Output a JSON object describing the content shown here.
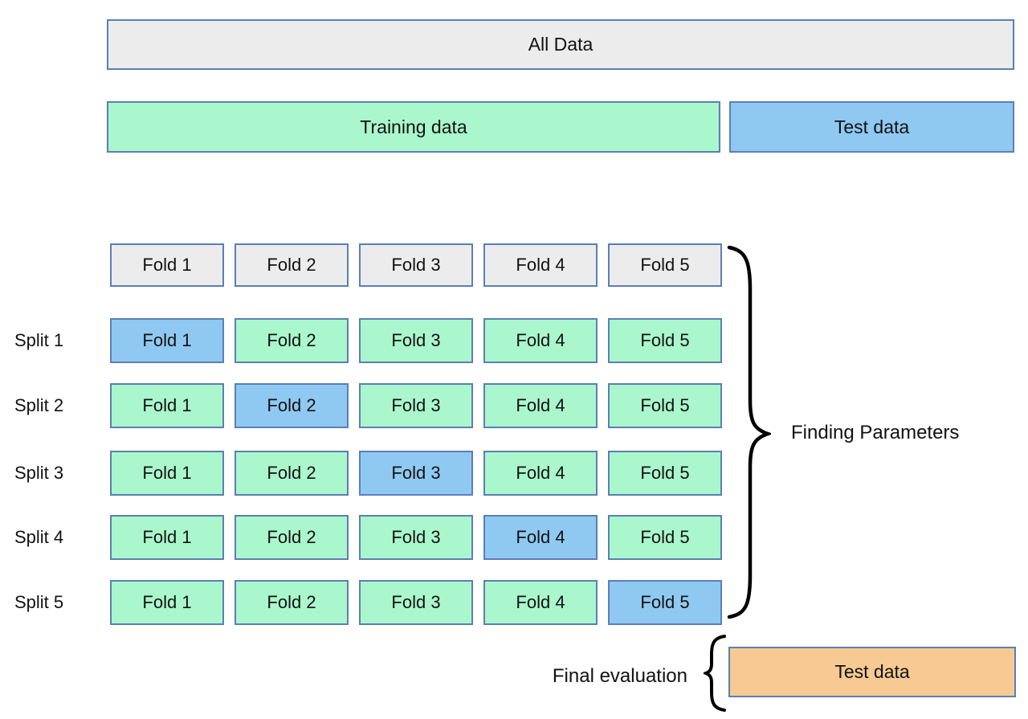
{
  "colors": {
    "background": "#ffffff",
    "box_border": "#5b7fb5",
    "gray_fill": "#ececec",
    "green_fill": "#aaf7cd",
    "blue_fill": "#8fc9f1",
    "orange_fill": "#f6ca92",
    "text": "#111111",
    "brace": "#000000"
  },
  "top": {
    "all_data": "All Data",
    "training": "Training data",
    "test": "Test data"
  },
  "folds": {
    "headers": [
      "Fold 1",
      "Fold 2",
      "Fold 3",
      "Fold 4",
      "Fold 5"
    ]
  },
  "splits": [
    {
      "label": "Split 1",
      "test_fold": "Fold 1",
      "cells": [
        "Fold 1",
        "Fold 2",
        "Fold 3",
        "Fold 4",
        "Fold 5"
      ]
    },
    {
      "label": "Split 2",
      "test_fold": "Fold 2",
      "cells": [
        "Fold 1",
        "Fold 2",
        "Fold 3",
        "Fold 4",
        "Fold 5"
      ]
    },
    {
      "label": "Split 3",
      "test_fold": "Fold 3",
      "cells": [
        "Fold 1",
        "Fold 2",
        "Fold 3",
        "Fold 4",
        "Fold 5"
      ]
    },
    {
      "label": "Split 4",
      "test_fold": "Fold 4",
      "cells": [
        "Fold 1",
        "Fold 2",
        "Fold 3",
        "Fold 4",
        "Fold 5"
      ]
    },
    {
      "label": "Split 5",
      "test_fold": "Fold 5",
      "cells": [
        "Fold 1",
        "Fold 2",
        "Fold 3",
        "Fold 4",
        "Fold 5"
      ]
    }
  ],
  "annotations": {
    "finding_parameters": "Finding Parameters",
    "final_evaluation": "Final evaluation",
    "final_test": "Test data"
  }
}
